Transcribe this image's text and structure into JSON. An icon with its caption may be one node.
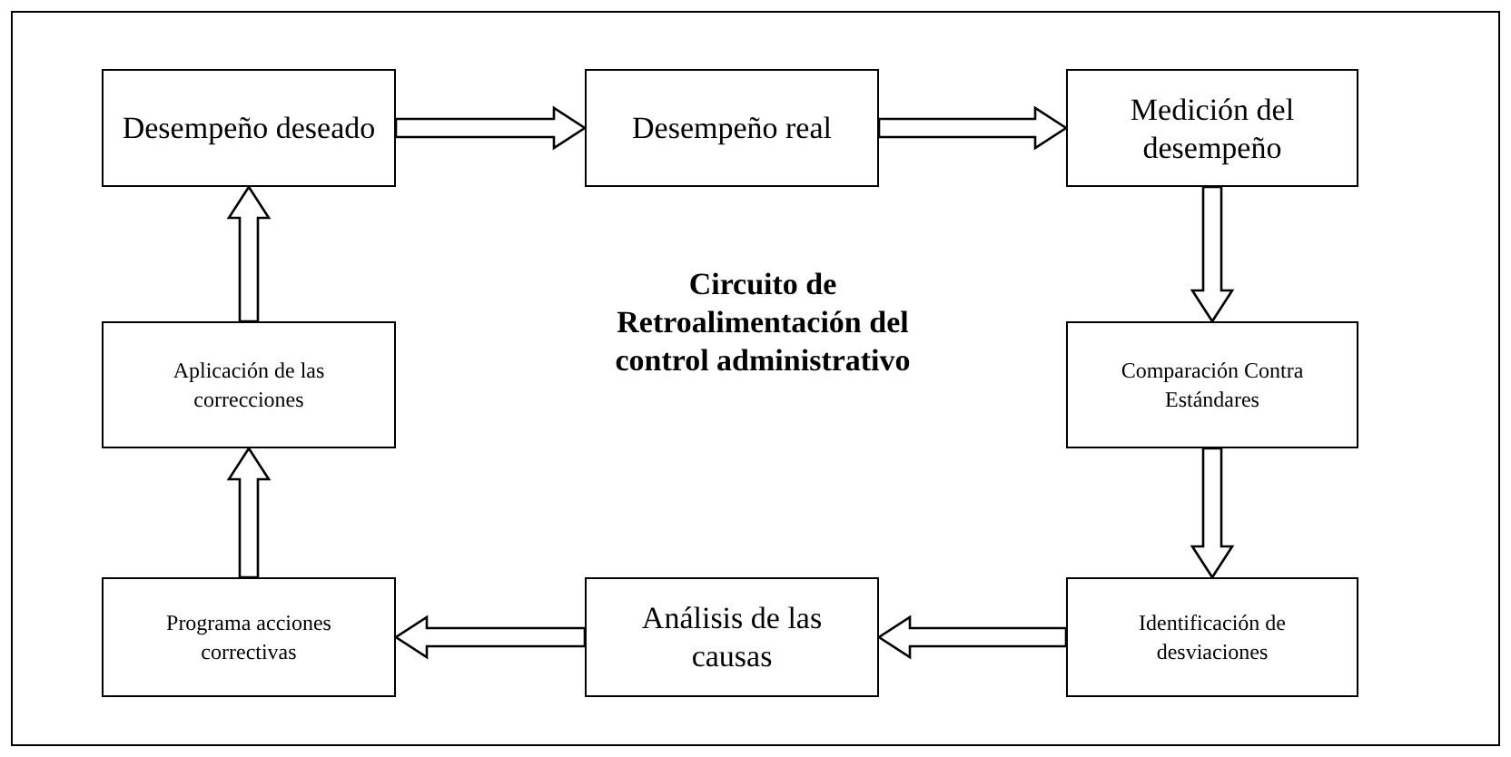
{
  "diagram": {
    "title": "Circuito de Retroalimentación del control administrativo",
    "nodes": [
      {
        "text": [
          "Desempeño deseado"
        ]
      },
      {
        "text": [
          "Desempeño real"
        ]
      },
      {
        "text": [
          "Medición del desempeño"
        ]
      },
      {
        "text": [
          "Aplicación de las correcciones"
        ]
      },
      {
        "text": [
          "Comparación Contra Estándares"
        ]
      },
      {
        "text": [
          "Programa acciones correctivas"
        ]
      },
      {
        "text": [
          "Análisis de las causas"
        ]
      },
      {
        "text": [
          "Identificación de desviaciones"
        ]
      }
    ],
    "edges": [
      {
        "from": 0,
        "to": 1,
        "arrow": "to"
      },
      {
        "from": 1,
        "to": 2,
        "arrow": "to"
      },
      {
        "from": 2,
        "to": 4,
        "arrow": "to"
      },
      {
        "from": 4,
        "to": 7,
        "arrow": "to"
      },
      {
        "from": 7,
        "to": 6,
        "arrow": "to"
      },
      {
        "from": 6,
        "to": 5,
        "arrow": "to"
      },
      {
        "from": 5,
        "to": 3,
        "arrow": "to"
      },
      {
        "from": 3,
        "to": 0,
        "arrow": "to"
      }
    ]
  }
}
